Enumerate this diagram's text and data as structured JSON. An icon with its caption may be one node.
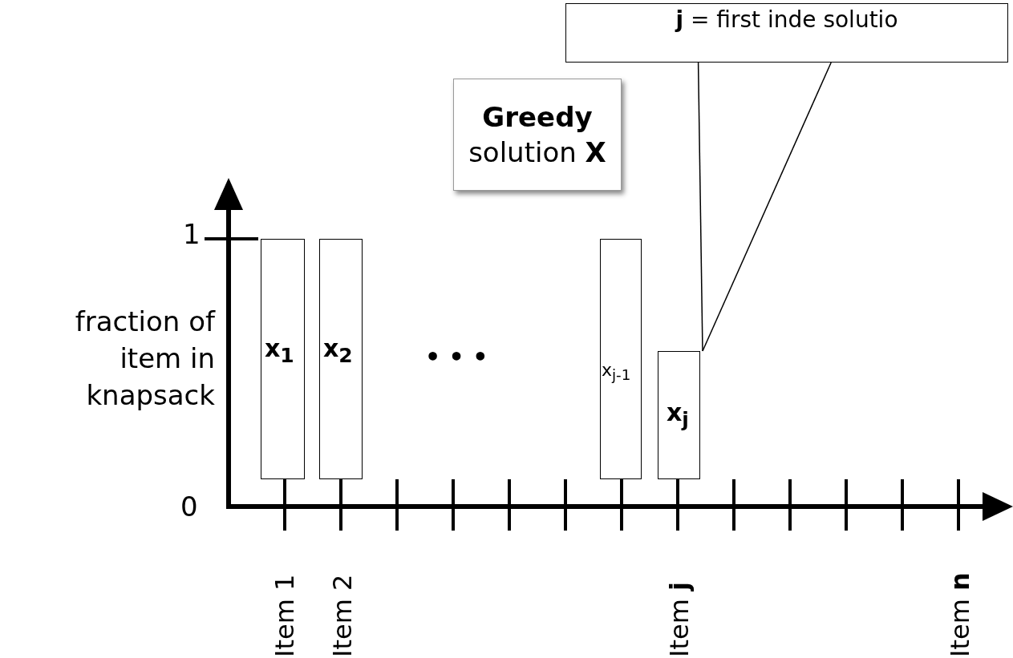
{
  "diagram": {
    "nodes": [
      {
        "text": [
          "**j** = first inde solutio"
        ]
      },
      {
        "text": [
          "Greedy",
          "solution **X**"
        ]
      },
      {
        "text": [
          "x$_{1}$"
        ]
      },
      {
        "text": [
          "x$_{2}$"
        ]
      },
      {
        "text": [
          "x$_{j-1}$"
        ]
      },
      {
        "text": [
          "x$_{j}$"
        ]
      }
    ],
    "edges": [
      {
        "from": 0,
        "to": 5,
        "arrow": "none"
      }
    ],
    "labels": [
      "1",
      "fraction of item in knapsack",
      "• • •",
      "0",
      "Item 1",
      "Item 2",
      "Item **j**",
      "Item **n**"
    ]
  }
}
